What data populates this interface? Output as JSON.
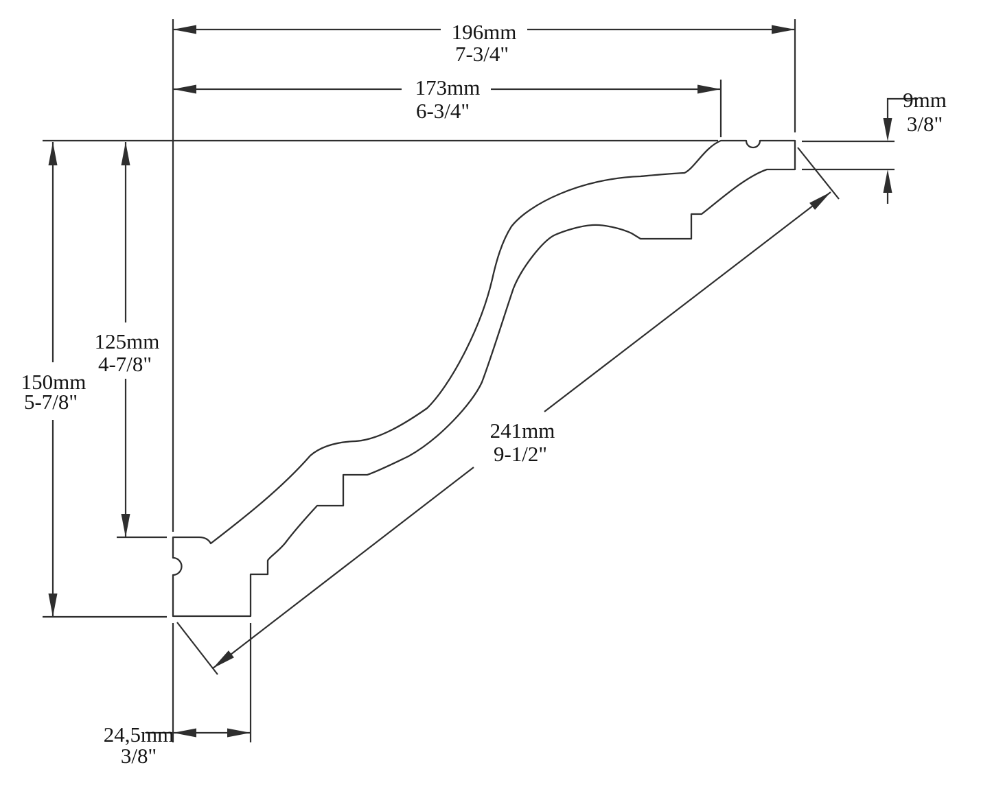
{
  "colors": {
    "background": "#ffffff",
    "line": "#2e2e2e",
    "text": "#141414"
  },
  "dimensions": {
    "overall_width": {
      "metric": "196mm",
      "imperial": "7-3/4\""
    },
    "top_face_width": {
      "metric": "173mm",
      "imperial": "6-3/4\""
    },
    "top_end_thickness": {
      "metric": "9mm",
      "imperial": "3/8\""
    },
    "upper_height": {
      "metric": "125mm",
      "imperial": "4-7/8\""
    },
    "overall_height": {
      "metric": "150mm",
      "imperial": "5-7/8\""
    },
    "diagonal_face_length": {
      "metric": "241mm",
      "imperial": "9-1/2\""
    },
    "bottom_end_thickness": {
      "metric": "24,5mm",
      "imperial": "3/8\""
    }
  }
}
